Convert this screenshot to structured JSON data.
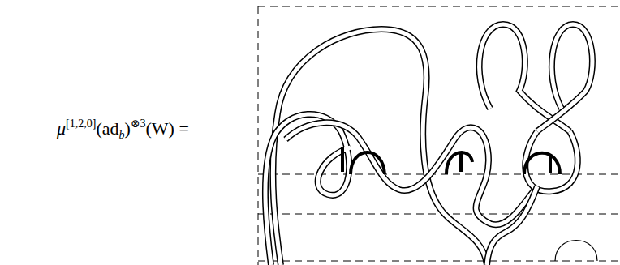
{
  "diagram": {
    "labels": [
      "μ",
      "[1,2,0]",
      "(ad",
      "b",
      ")",
      "⊗3",
      "(W) ="
    ]
  }
}
